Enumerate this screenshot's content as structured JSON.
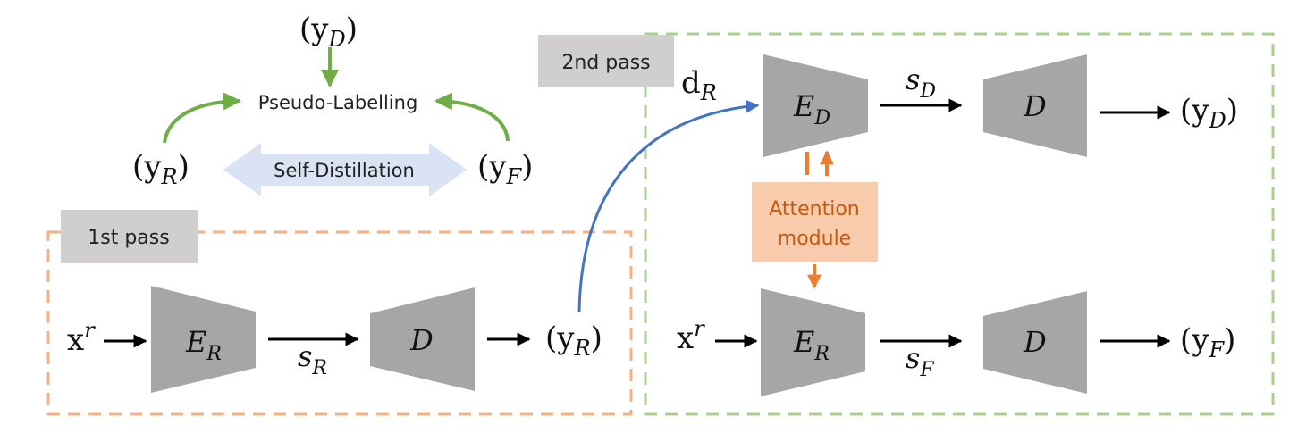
{
  "pass_labels": {
    "first": "1st pass",
    "second": "2nd pass"
  },
  "top": {
    "pseudo_labelling": "Pseudo-Labelling",
    "self_distillation": "Self-Distillation",
    "y_d_top": {
      "base": "(y",
      "sub": "D",
      "close": ")"
    },
    "y_r_left": {
      "base": "(y",
      "sub": "R",
      "close": ")"
    },
    "y_f_right": {
      "base": "(y",
      "sub": "F",
      "close": ")"
    }
  },
  "first_pass": {
    "input": {
      "base": "x",
      "sup": "r"
    },
    "encoder": {
      "base": "E",
      "sub": "R"
    },
    "latent": {
      "base": "s",
      "sub": "R"
    },
    "decoder": "D",
    "output": {
      "base": "(y",
      "sub": "R",
      "close": ")"
    }
  },
  "second_pass": {
    "d_input": {
      "base": "d",
      "sub": "R"
    },
    "encoder_d": {
      "base": "E",
      "sub": "D"
    },
    "latent_d": {
      "base": "s",
      "sub": "D"
    },
    "decoder_d": "D",
    "output_d": {
      "base": "(y",
      "sub": "D",
      "close": ")"
    },
    "attention_line1": "Attention",
    "attention_line2": "module",
    "input_f": {
      "base": "x",
      "sup": "r"
    },
    "encoder_f": {
      "base": "E",
      "sub": "R"
    },
    "latent_f": {
      "base": "s",
      "sub": "F"
    },
    "decoder_f": "D",
    "output_f": {
      "base": "(y",
      "sub": "F",
      "close": ")"
    }
  },
  "colors": {
    "first_pass_border": "#f4b183",
    "second_pass_border": "#a9d18e",
    "block_fill": "#a6a6a6",
    "label_box_fill": "#d0cece",
    "attention_fill": "#f8cbad",
    "attention_text": "#c55a11",
    "orange_arrow": "#ed7d31",
    "green_arrow": "#70ad47",
    "blue_curve": "#4472c4",
    "self_distill_fill": "#dae3f3"
  }
}
